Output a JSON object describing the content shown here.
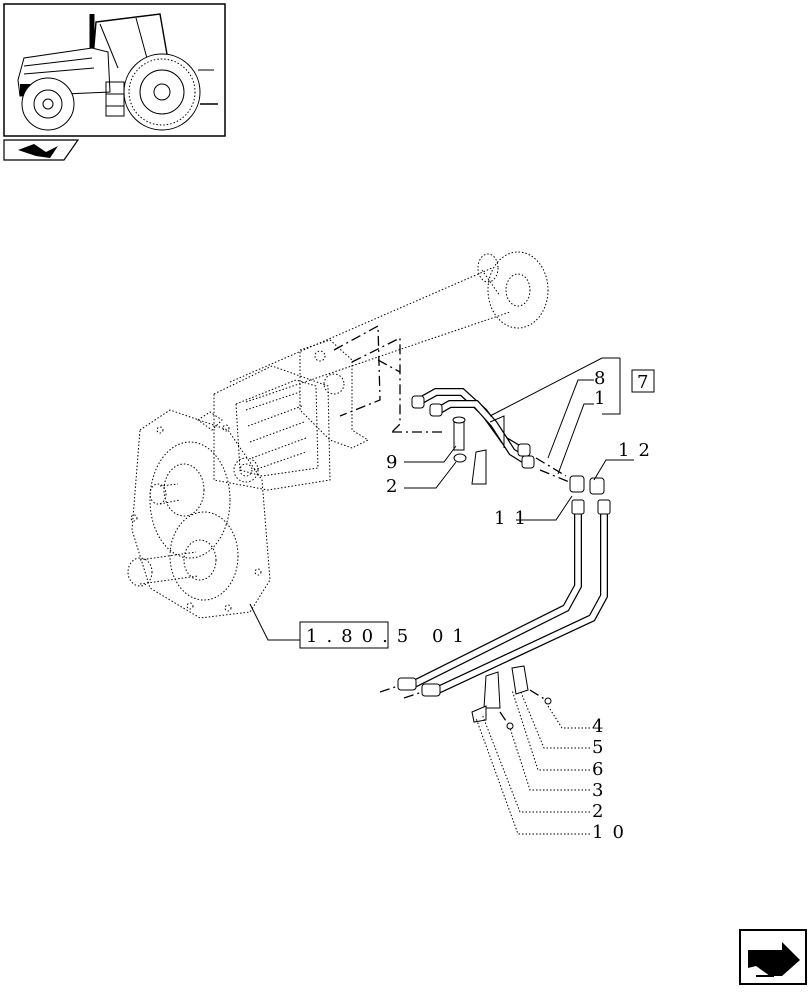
{
  "callouts": {
    "c8": "8",
    "c1a": "1",
    "c7": "7",
    "c12": "12",
    "c9": "9",
    "c2a": "2",
    "c11": "11",
    "ref": "1.80.5 01",
    "c4": "4",
    "c5": "5",
    "c6": "6",
    "c3": "3",
    "c2b": "2",
    "c10": "10"
  },
  "icons": {
    "thumbnail": "tractor-thumbnail-icon",
    "nav_left": "page-back-icon",
    "nav_corner": "next-page-arrow-icon"
  }
}
